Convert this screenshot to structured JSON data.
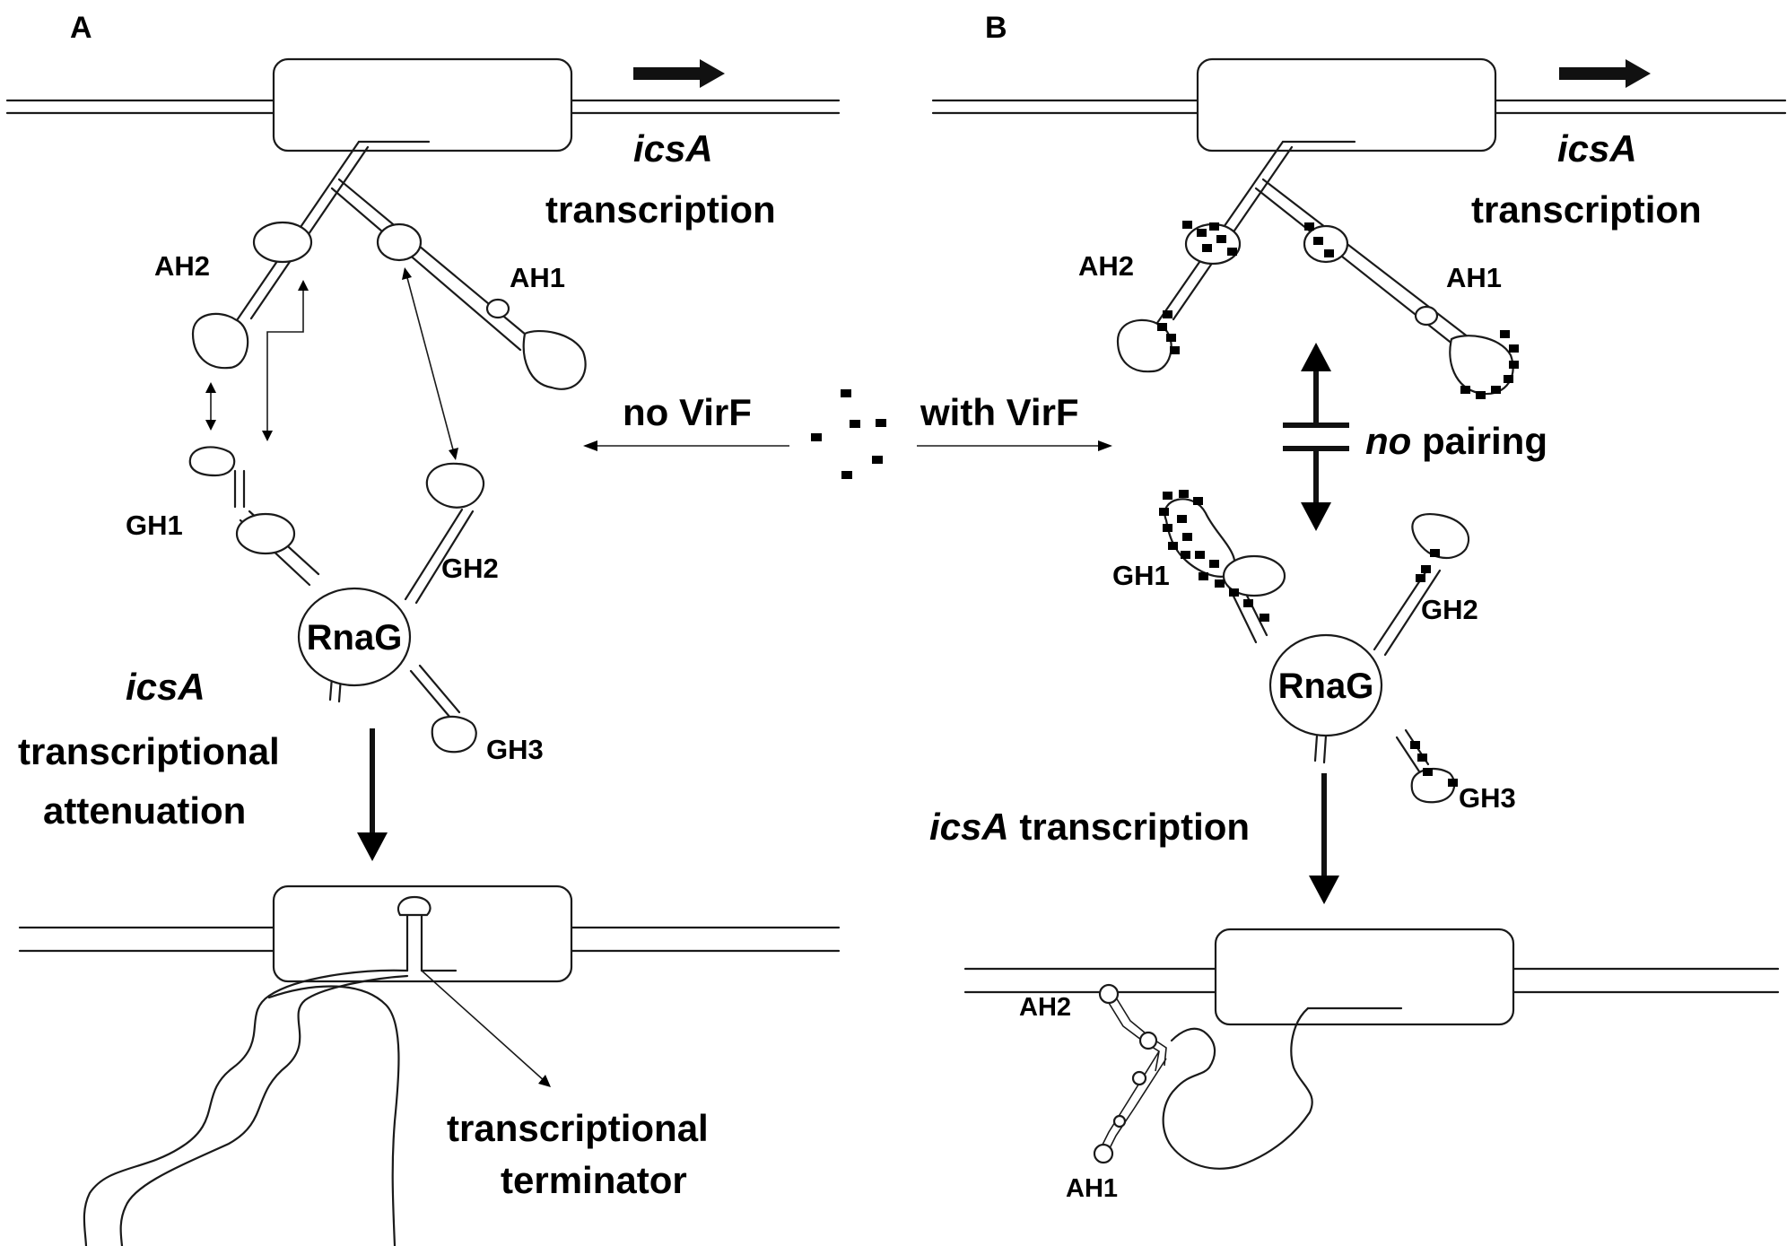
{
  "panels": {
    "a": {
      "letter": "A",
      "gene_italic": "icsA",
      "transcription": "transcription",
      "ah2": "AH2",
      "ah1": "AH1",
      "gh1": "GH1",
      "gh2": "GH2",
      "gh3": "GH3",
      "rnag": "RnaG",
      "atten_italic": "icsA",
      "atten_line1": "transcriptional",
      "atten_line2": "attenuation",
      "term_line1": "transcriptional",
      "term_line2": "terminator"
    },
    "b": {
      "letter": "B",
      "gene_italic": "icsA",
      "transcription": "transcription",
      "ah2": "AH2",
      "ah1": "AH1",
      "no_italic": "no",
      "pairing": " pairing",
      "gh1": "GH1",
      "gh2": "GH2",
      "gh3": "GH3",
      "rnag": "RnaG",
      "bottom_italic": "icsA",
      "bottom_text": " transcription",
      "ah2_small": "AH2",
      "ah1_small": "AH1"
    }
  },
  "center": {
    "no_virf": "no VirF",
    "with_virf": "with VirF"
  }
}
